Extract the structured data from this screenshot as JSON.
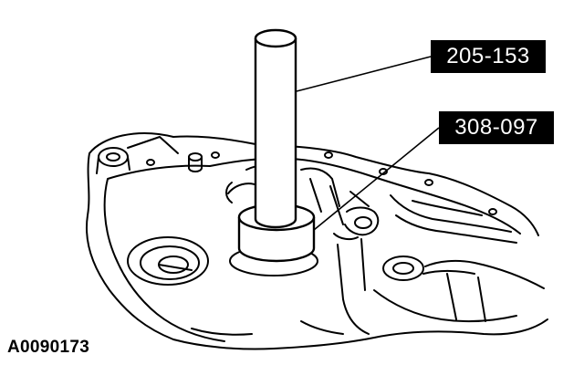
{
  "callouts": {
    "tool_1": "205-153",
    "tool_2": "308-097"
  },
  "figure": {
    "id": "A0090173"
  },
  "colors": {
    "line": "#000000",
    "background": "#ffffff",
    "label_background": "#000000",
    "label_text": "#ffffff"
  }
}
